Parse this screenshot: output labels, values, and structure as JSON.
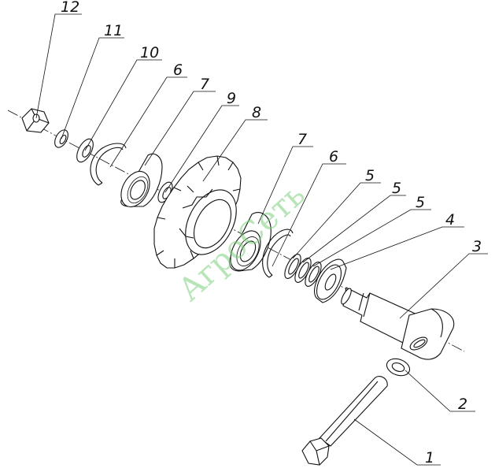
{
  "diagram": {
    "labels": [
      "12",
      "11",
      "10",
      "6",
      "7",
      "9",
      "8",
      "7",
      "6",
      "5",
      "5",
      "5",
      "4",
      "3",
      "2",
      "1"
    ],
    "watermark": "АгроСеть"
  }
}
